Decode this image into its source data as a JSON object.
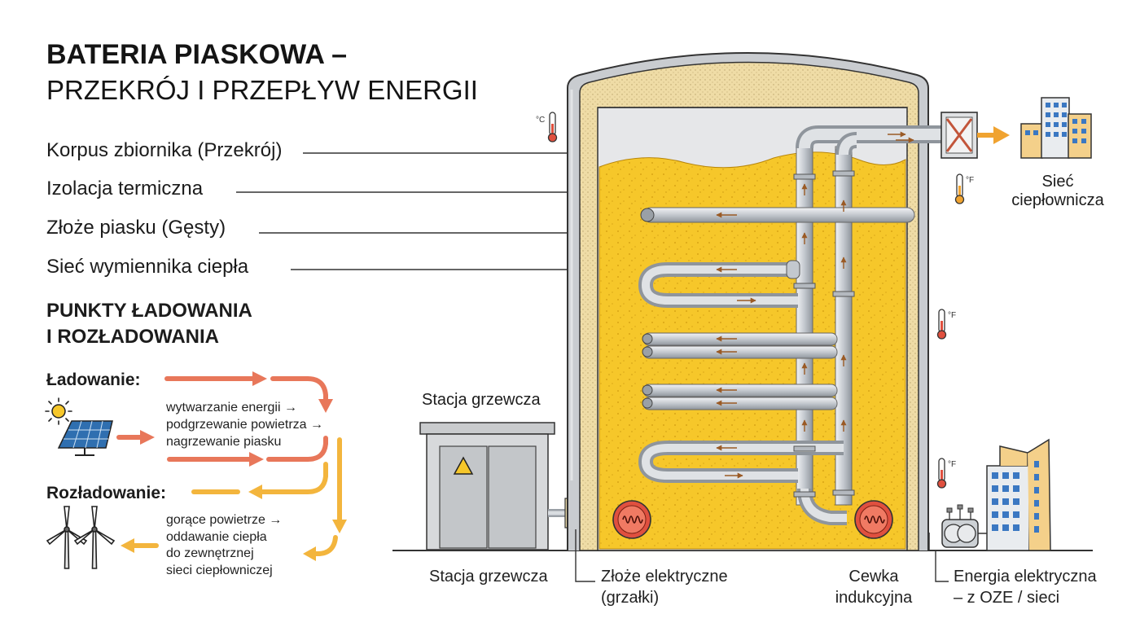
{
  "title": {
    "line1": "BATERIA PIASKOWA –",
    "line2": "PRZEKRÓJ I PRZEPŁYW ENERGII"
  },
  "callouts": [
    "Korpus zbiornika (Przekrój)",
    "Izolacja termiczna",
    "Złoże piasku (Gęsty)",
    "Sieć wymiennika ciepła"
  ],
  "points_section": {
    "heading_line1": "PUNKTY ŁADOWANIA",
    "heading_line2": "I ROZŁADOWANIA",
    "charging_label": "Ładowanie:",
    "charging_steps": [
      "wytwarzanie energii →",
      "podgrzewanie powietrza →",
      "nagrzewanie piasku"
    ],
    "discharging_label": "Rozładowanie:",
    "discharging_steps": [
      "gorące powietrze →",
      "oddawanie ciepła",
      "do zewnętrznej",
      "sieci ciepłowniczej"
    ]
  },
  "station_label_top": "Stacja grzewcza",
  "bottom_labels": {
    "station": "Stacja grzewcza",
    "heaters_line1": "Złoże elektryczne",
    "heaters_line2": "(grzałki)",
    "coil_line1": "Cewka",
    "coil_line2": "indukcyjna",
    "energy_line1": "Energia elektryczna",
    "energy_line2": "– z OZE / sieci"
  },
  "network_label": {
    "line1": "Sieć",
    "line2": "ciepłownicza"
  },
  "thermometer_units": {
    "left": "°C",
    "upper_right": "°F",
    "mid_right": "°F",
    "lower_right": "°F"
  },
  "icons": [
    "sun-icon",
    "solar-panel-icon",
    "wind-turbine-icon",
    "thermometer-icon",
    "heat-exchanger-icon",
    "building-icon",
    "transformer-icon",
    "warning-icon",
    "heating-coil-icon"
  ],
  "colors": {
    "sand": "#f6c72a",
    "insulation": "#efdca6",
    "charging_arrow": "#e8775a",
    "discharging_arrow": "#f3b53d",
    "pipe": "#c9cdd2",
    "coil": "#e0503f",
    "heat_arrow": "#f0a330"
  }
}
